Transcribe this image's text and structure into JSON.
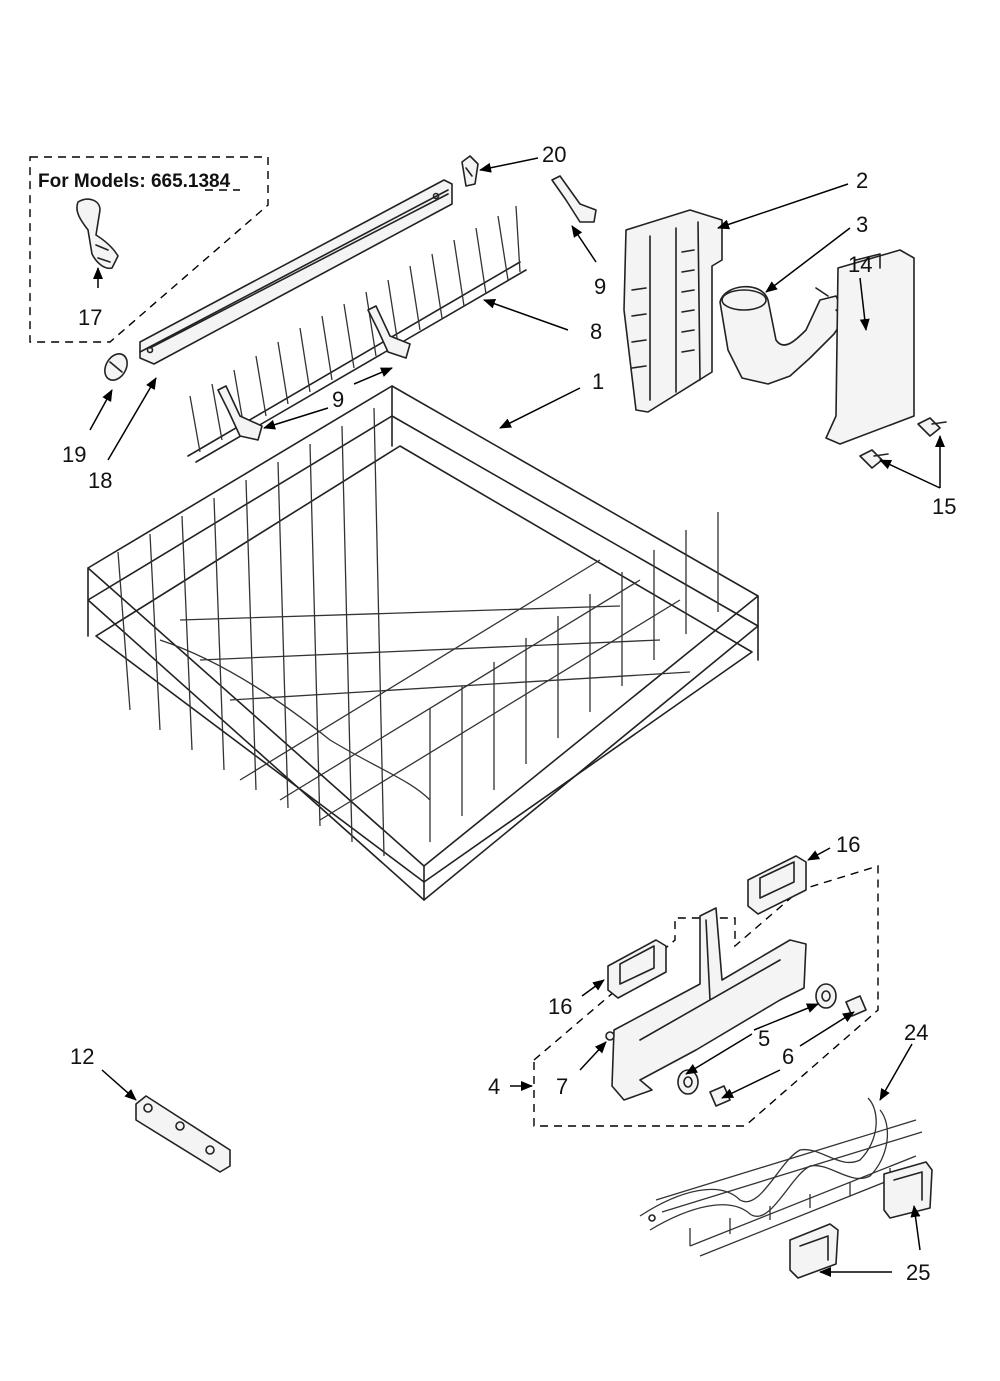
{
  "diagram": {
    "model_note": "For Models: 665.1384",
    "callouts": {
      "c1": "1",
      "c2": "2",
      "c3": "3",
      "c4": "4",
      "c5": "5",
      "c6": "6",
      "c7": "7",
      "c8": "8",
      "c9a": "9",
      "c9b": "9",
      "c12": "12",
      "c14": "14",
      "c15": "15",
      "c16a": "16",
      "c16b": "16",
      "c17": "17",
      "c18": "18",
      "c19": "19",
      "c20": "20",
      "c24": "24",
      "c25": "25"
    }
  }
}
